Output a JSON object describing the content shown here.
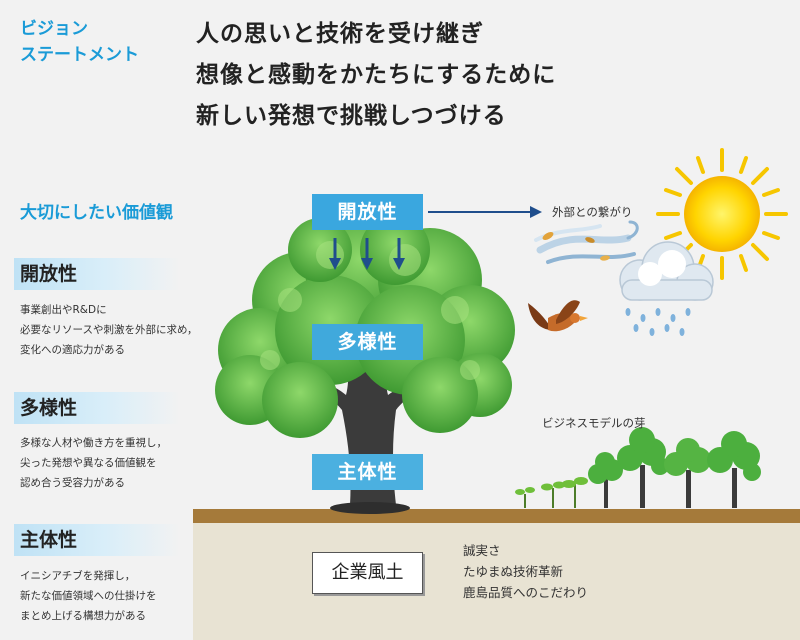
{
  "vision": {
    "label": "ビジョン\nステートメント",
    "statement": "人の思いと技術を受け継ぎ\n想像と感動をかたちにするために\n新しい発想で挑戦しつづける"
  },
  "values": {
    "heading": "大切にしたい価値観",
    "items": [
      {
        "title": "開放性",
        "desc": "事業創出やR&Dに\n必要なリソースや刺激を外部に求め，\n変化への適応力がある"
      },
      {
        "title": "多様性",
        "desc": "多様な人材や働き方を重視し，\n尖った発想や異なる価値観を\n認め合う受容力がある"
      },
      {
        "title": "主体性",
        "desc": "イニシアチブを発揮し，\n新たな価値領域への仕掛けを\nまとめ上げる構想力がある"
      }
    ]
  },
  "diagram": {
    "box_openness": "開放性",
    "box_diversity": "多様性",
    "box_autonomy": "主体性",
    "external_label": "外部との繋がり",
    "sprout_label": "ビジネスモデルの芽",
    "culture_label": "企業風土",
    "culture_items": "誠実さ\nたゆまぬ技術革新\n鹿島品質へのこだわり"
  },
  "colors": {
    "accent_blue": "#1a9bd7",
    "box_blue": "#3aa7df",
    "leaf_green": "#4caf3e",
    "ground_brown": "#a57a3a"
  },
  "icons": {
    "sun": "sun-icon",
    "cloud": "rain-cloud-icon",
    "wind": "wind-icon",
    "bird": "bird-icon",
    "tree": "tree-icon",
    "sprouts": "sprout-icons"
  }
}
